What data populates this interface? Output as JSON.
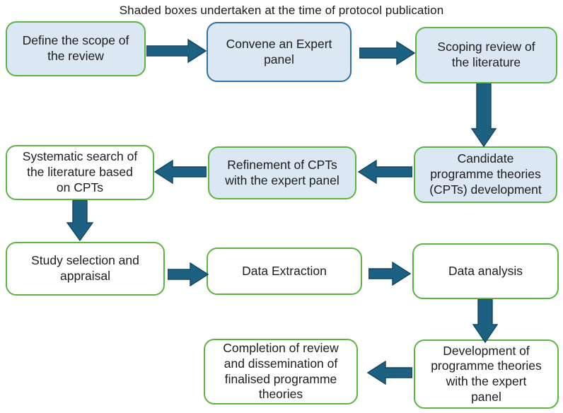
{
  "title": "Shaded boxes undertaken at the time of protocol publication",
  "colors": {
    "shaded_fill": "#dbe7f3",
    "unshaded_fill": "#ffffff",
    "border_green": "#5cb443",
    "border_blue": "#2e73a1",
    "arrow_fill": "#1d6182",
    "arrow_outline": "#13465f",
    "text": "#1d1d1d"
  },
  "nodes": [
    {
      "id": "define-scope",
      "label": "Define the scope of\nthe review",
      "shaded": true
    },
    {
      "id": "convene-panel",
      "label": "Convene an Expert\npanel",
      "shaded": true
    },
    {
      "id": "scoping-review",
      "label": "Scoping review of\nthe literature",
      "shaded": true
    },
    {
      "id": "candidate-cpts",
      "label": "Candidate\nprogramme theories\n(CPTs) development",
      "shaded": true
    },
    {
      "id": "refine-cpts",
      "label": "Refinement of CPTs\nwith the expert panel",
      "shaded": true
    },
    {
      "id": "systematic-search",
      "label": "Systematic search of\nthe literature based\non CPTs",
      "shaded": false
    },
    {
      "id": "study-selection",
      "label": "Study selection and\nappraisal",
      "shaded": false
    },
    {
      "id": "data-extraction",
      "label": "Data Extraction",
      "shaded": false
    },
    {
      "id": "data-analysis",
      "label": "Data analysis",
      "shaded": false
    },
    {
      "id": "development-theories",
      "label": "Development of\nprogramme theories\nwith the expert\npanel",
      "shaded": false
    },
    {
      "id": "completion-review",
      "label": "Completion of review\nand dissemination of\nfinalised programme\ntheories",
      "shaded": false
    }
  ],
  "edges": [
    {
      "from": "define-scope",
      "to": "convene-panel",
      "direction": "right"
    },
    {
      "from": "convene-panel",
      "to": "scoping-review",
      "direction": "right"
    },
    {
      "from": "scoping-review",
      "to": "candidate-cpts",
      "direction": "down"
    },
    {
      "from": "candidate-cpts",
      "to": "refine-cpts",
      "direction": "left"
    },
    {
      "from": "refine-cpts",
      "to": "systematic-search",
      "direction": "left"
    },
    {
      "from": "systematic-search",
      "to": "study-selection",
      "direction": "down"
    },
    {
      "from": "study-selection",
      "to": "data-extraction",
      "direction": "right"
    },
    {
      "from": "data-extraction",
      "to": "data-analysis",
      "direction": "right"
    },
    {
      "from": "data-analysis",
      "to": "development-theories",
      "direction": "down"
    },
    {
      "from": "development-theories",
      "to": "completion-review",
      "direction": "left"
    }
  ]
}
